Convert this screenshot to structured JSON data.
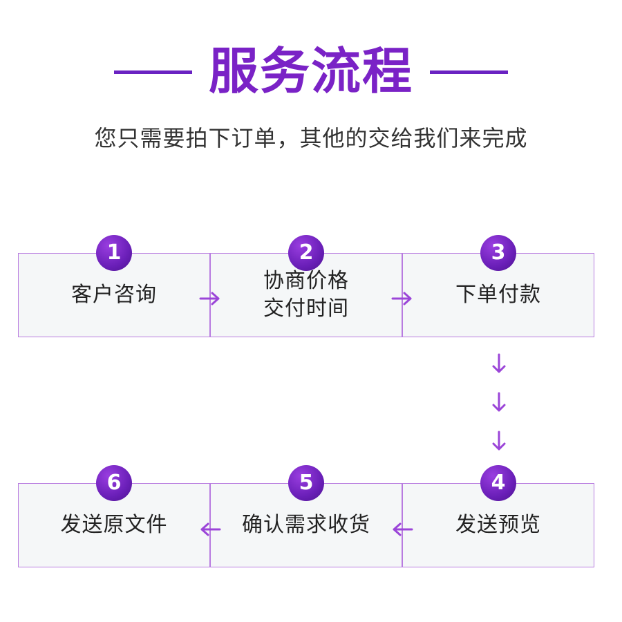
{
  "header": {
    "title": "服务流程",
    "subtitle": "您只需要拍下订单，其他的交给我们来完成"
  },
  "steps": [
    {
      "number": "1",
      "label": "客户咨询"
    },
    {
      "number": "2",
      "label": "协商价格\n交付时间"
    },
    {
      "number": "3",
      "label": "下单付款"
    },
    {
      "number": "4",
      "label": "发送预览"
    },
    {
      "number": "5",
      "label": "确认需求收货"
    },
    {
      "number": "6",
      "label": "发送原文件"
    }
  ],
  "colors": {
    "accent": "#7a22c6",
    "badge": "#6a1fb8",
    "box_border": "#b87be0",
    "box_fill": "#f5f7f8",
    "arrow": "#9b45d8"
  },
  "icons": {
    "arrow_right": "arrow-right-icon",
    "arrow_down": "arrow-down-icon",
    "arrow_left": "arrow-left-icon"
  }
}
